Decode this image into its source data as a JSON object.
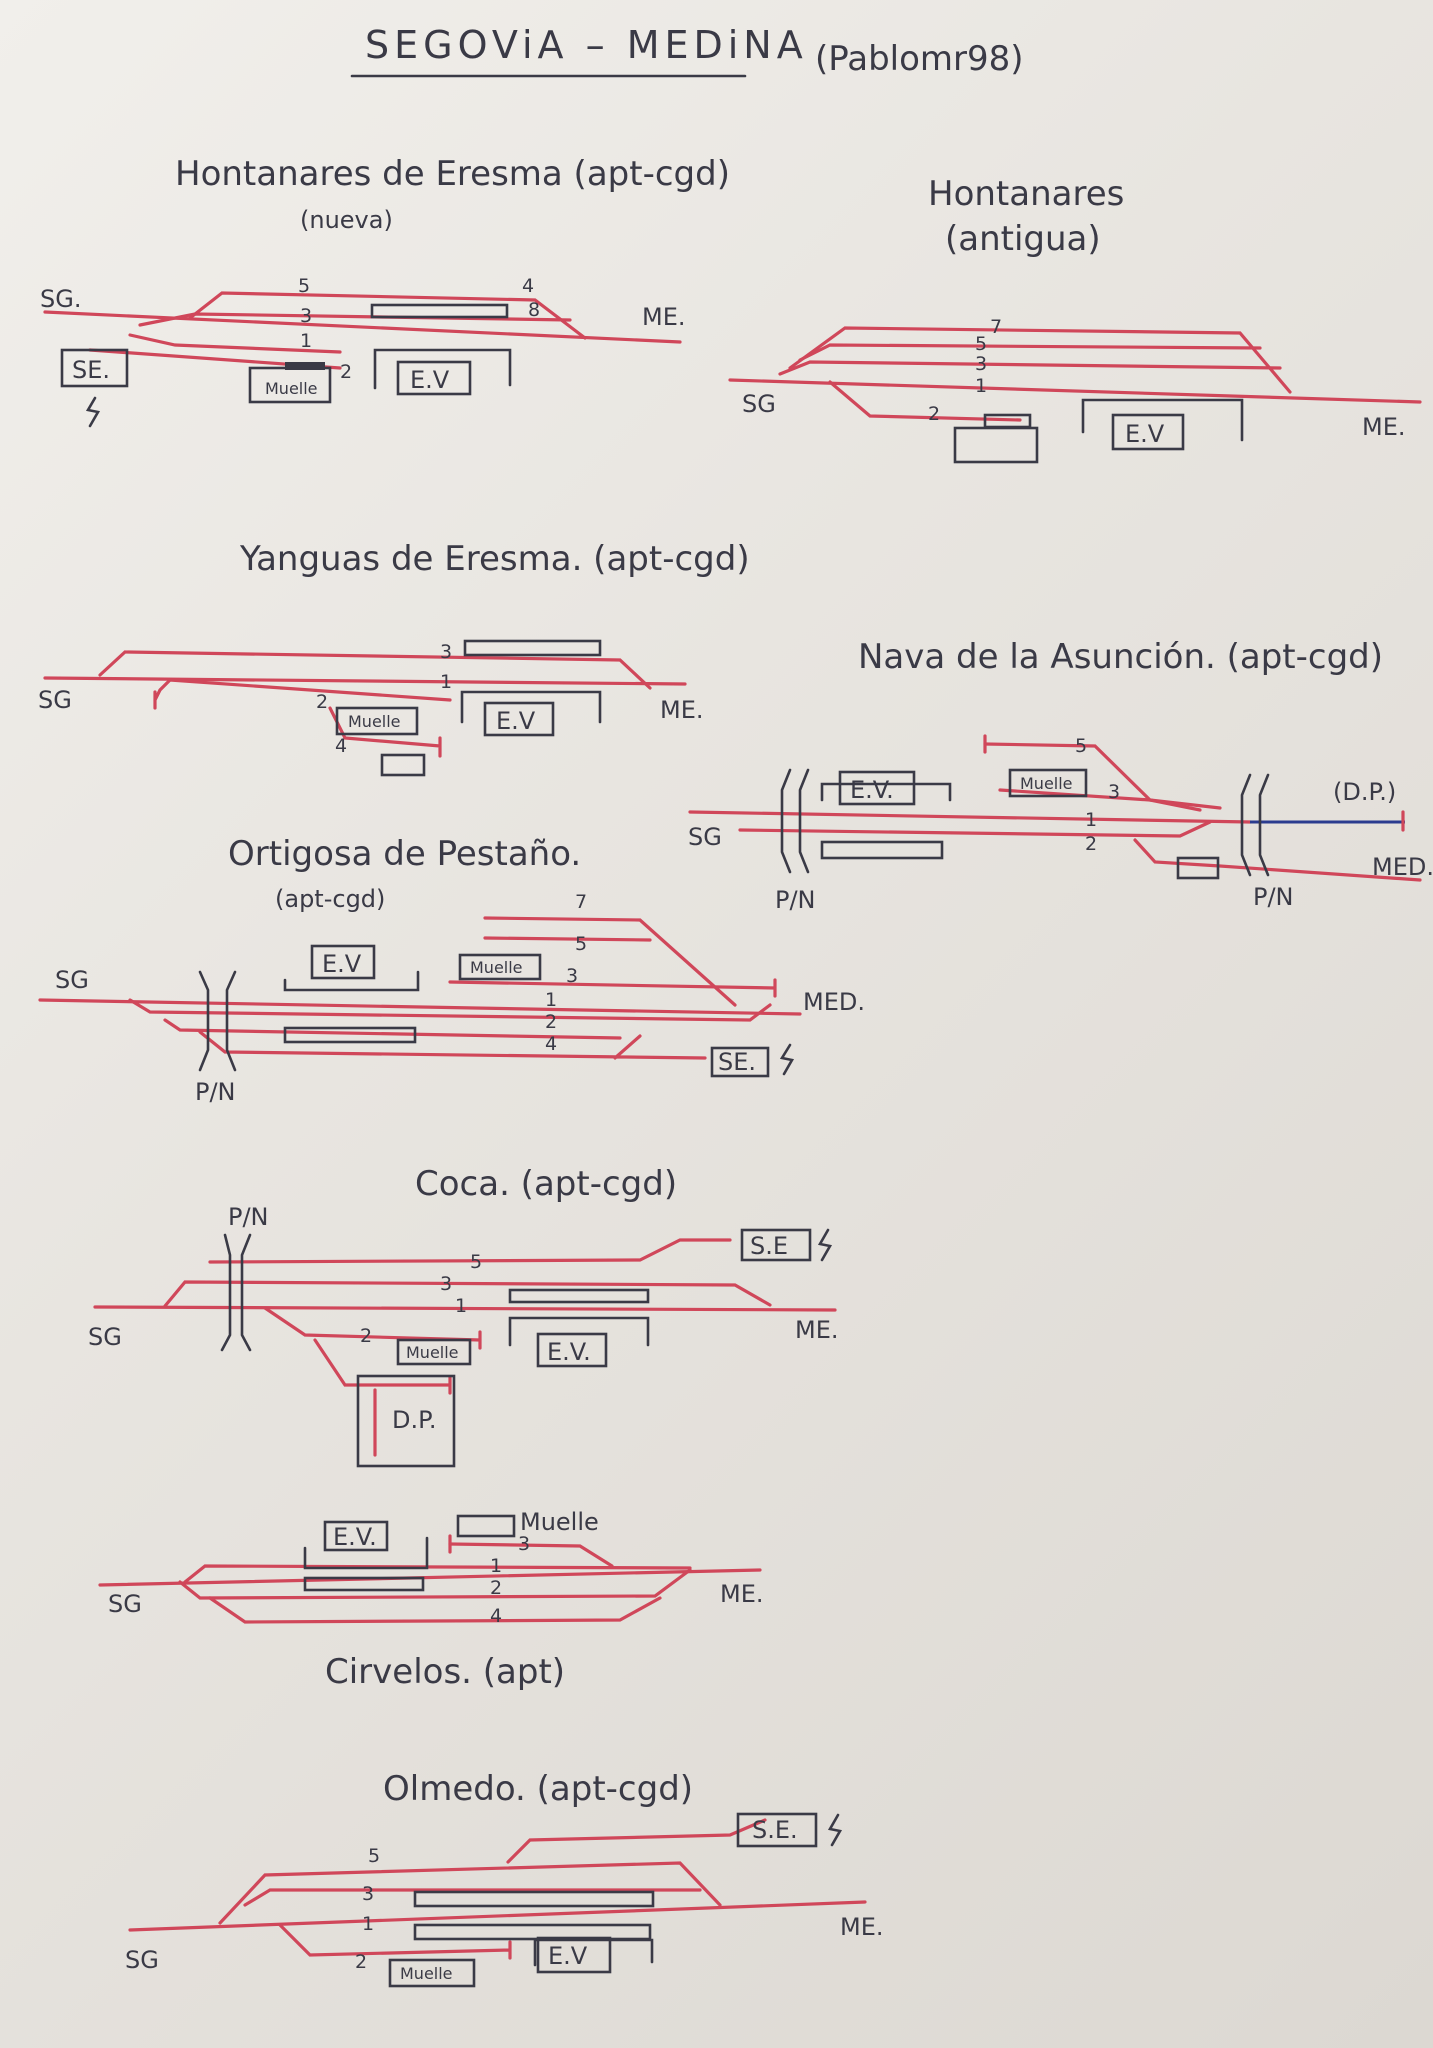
{
  "title": "SEGOViA – MEDiNA",
  "author": "(Pablomr98)",
  "stations": {
    "hontanares_nueva": {
      "name": "Hontanares de Eresma (apt-cgd)",
      "sub": "(nueva)",
      "left": "SG.",
      "right": "ME.",
      "se": "SE.",
      "muelle": "Muelle",
      "ev": "E.V",
      "tracks": [
        "5",
        "3",
        "1",
        "2",
        "4",
        "8"
      ]
    },
    "hontanares_antigua": {
      "name": "Hontanares",
      "sub": "(antigua)",
      "left": "SG",
      "right": "ME.",
      "ev": "E.V",
      "tracks": [
        "7",
        "5",
        "3",
        "1",
        "2"
      ]
    },
    "yanguas": {
      "name": "Yanguas de Eresma. (apt-cgd)",
      "left": "SG",
      "right": "ME.",
      "muelle": "Muelle",
      "ev": "E.V",
      "tracks": [
        "3",
        "1",
        "2",
        "4"
      ]
    },
    "nava": {
      "name": "Nava de la Asunción. (apt-cgd)",
      "left": "SG",
      "right": "MED.",
      "dp": "(D.P.)",
      "muelle": "Muelle",
      "ev": "E.V.",
      "pn": "P/N",
      "tracks": [
        "5",
        "3",
        "1",
        "2"
      ]
    },
    "ortigosa": {
      "name": "Ortigosa de Pestaño.",
      "sub": "(apt-cgd)",
      "left": "SG",
      "right": "MED.",
      "muelle": "Muelle",
      "ev": "E.V",
      "se": "SE.",
      "pn": "P/N",
      "tracks": [
        "7",
        "5",
        "3",
        "1",
        "2",
        "4"
      ]
    },
    "coca": {
      "name": "Coca. (apt-cgd)",
      "left": "SG",
      "right": "ME.",
      "pn": "P/N",
      "se": "S.E",
      "muelle": "Muelle",
      "ev": "E.V.",
      "dp": "D.P.",
      "tracks": [
        "5",
        "3",
        "1",
        "2"
      ]
    },
    "cirvelos": {
      "name": "Cirvelos. (apt)",
      "left": "SG",
      "right": "ME.",
      "muelle": "Muelle",
      "ev": "E.V.",
      "tracks": [
        "3",
        "1",
        "2",
        "4"
      ]
    },
    "olmedo": {
      "name": "Olmedo. (apt-cgd)",
      "left": "SG",
      "right": "ME.",
      "se": "S.E.",
      "muelle": "Muelle",
      "ev": "E.V",
      "tracks": [
        "5",
        "3",
        "1",
        "2"
      ]
    }
  },
  "colors": {
    "track": "#d0475a",
    "ink": "#3a3a46",
    "blue_track": "#2b3c8f",
    "paper": "#efede9"
  }
}
